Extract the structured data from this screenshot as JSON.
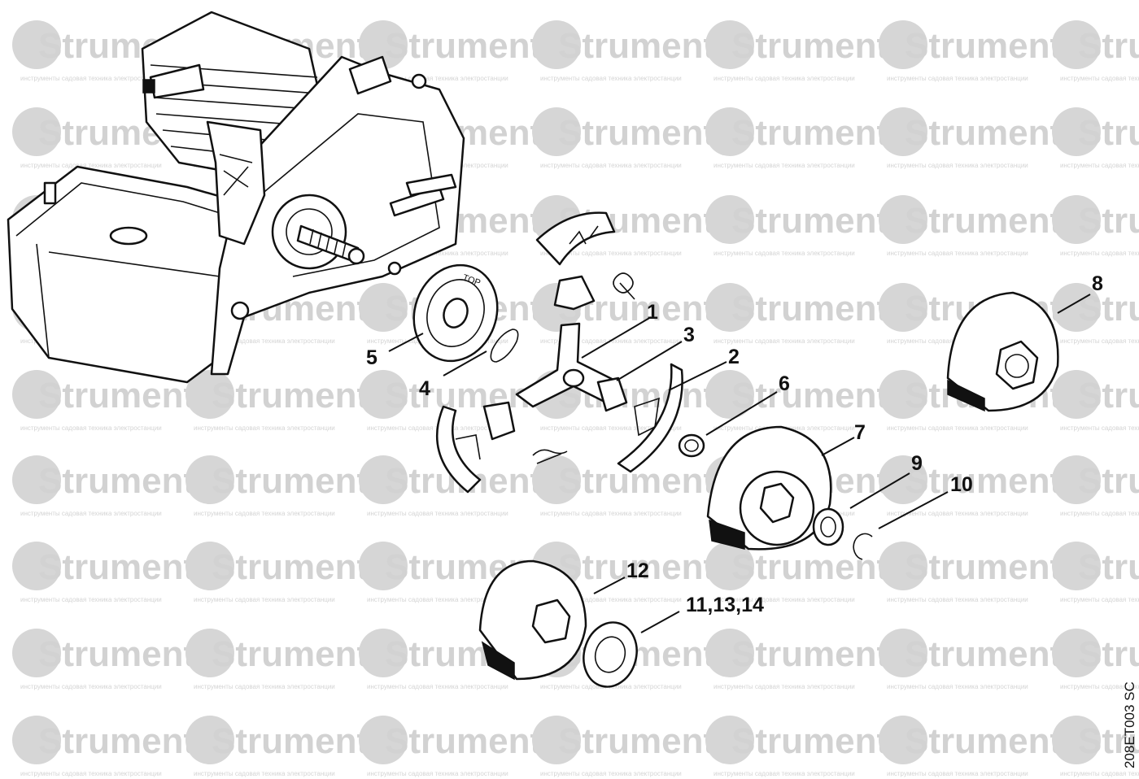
{
  "watermark": {
    "brand": "Strument",
    "tagline": "инструменты садовая техника электростанции"
  },
  "drawing_code": "208ET003 SC",
  "callouts": [
    {
      "id": "1",
      "label": "1"
    },
    {
      "id": "2",
      "label": "2"
    },
    {
      "id": "3",
      "label": "3"
    },
    {
      "id": "4",
      "label": "4"
    },
    {
      "id": "5",
      "label": "5"
    },
    {
      "id": "6",
      "label": "6"
    },
    {
      "id": "7",
      "label": "7"
    },
    {
      "id": "8",
      "label": "8"
    },
    {
      "id": "9",
      "label": "9"
    },
    {
      "id": "10",
      "label": "10"
    },
    {
      "id": "11",
      "label": "11,13,14"
    },
    {
      "id": "12",
      "label": "12"
    }
  ],
  "top_plate_label": "TOP"
}
